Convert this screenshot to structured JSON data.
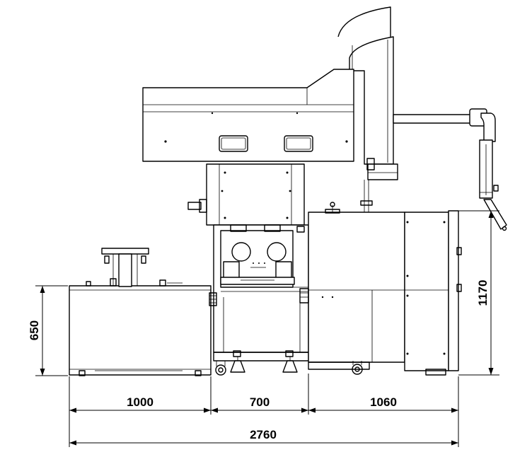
{
  "dimensions": {
    "height_left": "650",
    "height_right": "1170",
    "width_segment_1": "1000",
    "width_segment_2": "700",
    "width_segment_3": "1060",
    "width_total": "2760"
  }
}
